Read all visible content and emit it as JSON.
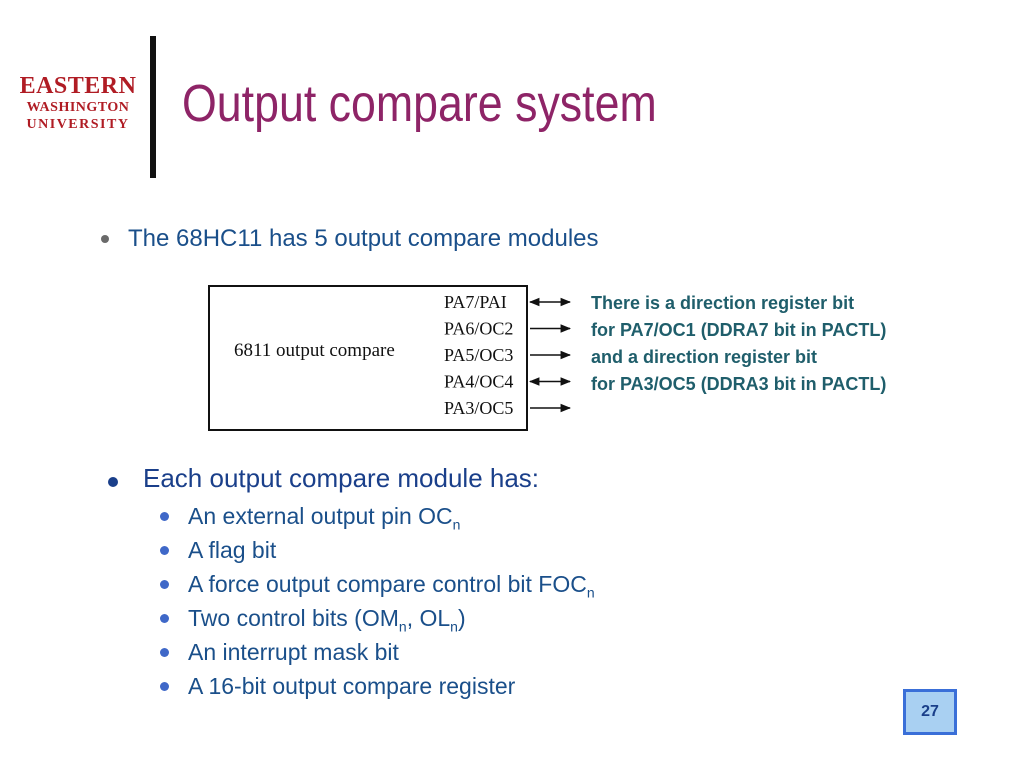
{
  "logo": {
    "line1": "EASTERN",
    "line2": "WASHINGTON",
    "line3": "UNIVERSITY"
  },
  "slide": {
    "title": "Output compare system",
    "bullet1": "The 68HC11 has 5 output compare modules",
    "diagram": {
      "box_label": "6811 output compare",
      "pins": [
        {
          "label": "PA7/PAI",
          "arrow": "bidirectional"
        },
        {
          "label": "PA6/OC2",
          "arrow": "output"
        },
        {
          "label": "PA5/OC3",
          "arrow": "output"
        },
        {
          "label": "PA4/OC4",
          "arrow": "bidirectional"
        },
        {
          "label": "PA3/OC5",
          "arrow": "output"
        }
      ]
    },
    "note_lines": [
      "There is a direction register bit",
      "for PA7/OC1 (DDRA7 bit in PACTL)",
      "and a direction register bit",
      "for PA3/OC5 (DDRA3 bit in PACTL)"
    ],
    "bullet2": "Each output compare module has:",
    "subitems": {
      "s1_text": "An external output pin OC",
      "s1_sub": "n",
      "s2_text": "A flag bit",
      "s3_text": "A force output compare control bit FOC",
      "s3_sub": "n",
      "s4_pre": "Two control bits (OM",
      "s4_sub1": "n",
      "s4_mid": ", OL",
      "s4_sub2": "n",
      "s4_post": ")",
      "s5_text": "An interrupt mask bit",
      "s6_text": "A 16-bit output compare register"
    },
    "page_number": "27"
  },
  "colors": {
    "title": "#8e2467",
    "logo": "#b01c24",
    "body_text": "#1a4f8a",
    "note_text": "#1f5e6b",
    "page_box_fill": "#a9d0f2",
    "page_box_border": "#3a6fd8"
  }
}
